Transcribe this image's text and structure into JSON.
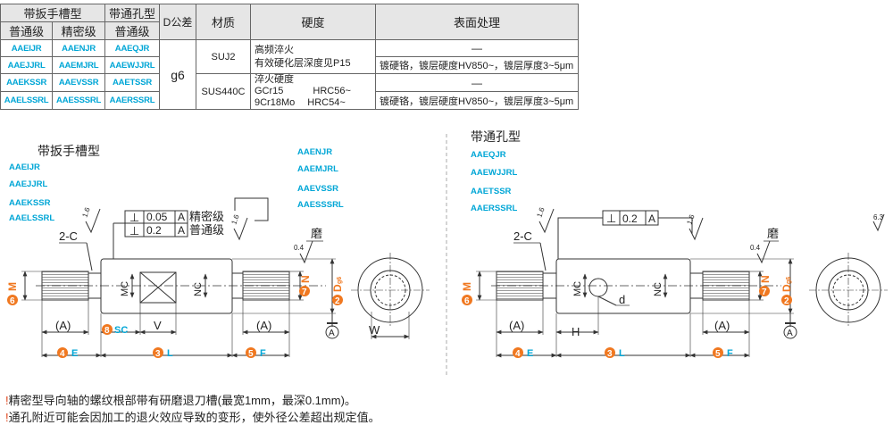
{
  "table": {
    "h_lever": "带扳手槽型",
    "h_through": "带通孔型",
    "h_dtol": "D公差",
    "h_material": "材质",
    "h_hardness": "硬度",
    "h_surface": "表面处理",
    "h_normal1": "普通级",
    "h_precise": "精密级",
    "h_normal2": "普通级",
    "rows": [
      {
        "c1": "AAEIJR",
        "c2": "AAENJR",
        "c3": "AAEQJR"
      },
      {
        "c1": "AAEJJRL",
        "c2": "AAEMJRL",
        "c3": "AAEWJJRL"
      },
      {
        "c1": "AAEKSSR",
        "c2": "AAEVSSR",
        "c3": "AAETSSR"
      },
      {
        "c1": "AAELSSRL",
        "c2": "AAESSSRL",
        "c3": "AAERSSRL"
      }
    ],
    "dtol": "g6",
    "mat1": "SUJ2",
    "mat2": "SUS440C",
    "hard1a": "高频淬火",
    "hard1b": "有效硬化层深度见P15",
    "hard2a": "淬火硬度",
    "hard2b": "GCr15　　　HRC56~",
    "hard2c": "9Cr18Mo　 HRC54~",
    "dash": "—",
    "surf": "镀硬铬，镀层硬度HV850~，镀层厚度3~5μm"
  },
  "drawing": {
    "left_title": "带扳手槽型",
    "right_title": "带通孔型",
    "left_codes_a": [
      "AAEIJR",
      "AAEJJRL",
      "AAEKSSR",
      "AAELSSRL"
    ],
    "left_codes_b": [
      "AAENJR",
      "AAEMJRL",
      "AAEVSSR",
      "AAESSSRL"
    ],
    "right_codes": [
      "AAEQJR",
      "AAEWJJRL",
      "AAETSSR",
      "AAERSSRL"
    ],
    "tol_precise": "0.05",
    "tol_normal": "0.2",
    "tol_ref": "A",
    "tol_precise_label": "精密级",
    "tol_normal_label": "普通级",
    "tol_right": "0.2",
    "perp_sym": "⊥",
    "chamfer": "2-C",
    "rough_16": "1.6",
    "rough_04": "0.4",
    "rough_63": "6.3",
    "grind": "磨",
    "dim_M": "M",
    "dim_N": "N",
    "dim_D": "D",
    "dim_D_sub": "g6",
    "dim_MC": "MC",
    "dim_NC": "NC",
    "dim_A": "(A)",
    "dim_SC": "SC",
    "dim_V": "V",
    "dim_H": "H",
    "dim_d": "d",
    "dim_W": "W",
    "dim_E": "E",
    "dim_L": "L",
    "dim_F": "F",
    "datum": "A",
    "num_6": "6",
    "num_7": "7",
    "num_2": "2",
    "num_8": "8",
    "num_4": "4",
    "num_3": "3",
    "num_5": "5"
  },
  "notes": {
    "mark": "!",
    "n1": "精密型导向轴的螺纹根部带有研磨退刀槽(最宽1mm，最深0.1mm)。",
    "n2": "通孔附近可能会因加工的退火效应导致的变形，使外径公差超出规定值。"
  },
  "colors": {
    "cyan": "#00a6d6",
    "orange": "#f07820",
    "line": "#333333"
  }
}
